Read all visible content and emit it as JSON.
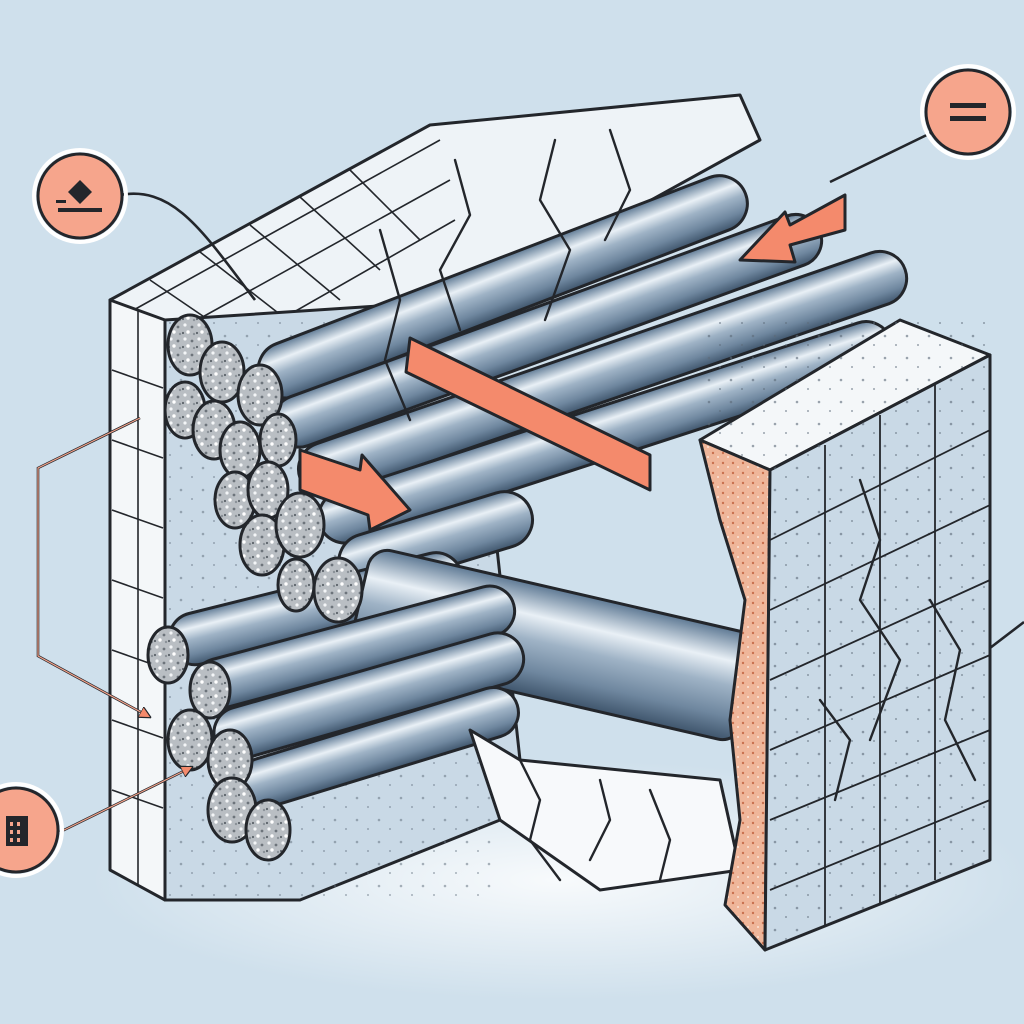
{
  "colors": {
    "background": "#cfe0ec",
    "concrete_light": "#f4f7f9",
    "concrete_blue": "#c9d9e6",
    "steel_dark": "#5d7893",
    "steel_light": "#e9f0f6",
    "aggregate": "#b9bec3",
    "accent_arrow": "#f48a6c",
    "callout": "#f6a58c",
    "outline": "#23262b",
    "rust_patch": "#efb69a"
  },
  "callouts": [
    {
      "id": "top-left",
      "icon": "level-diamond-icon"
    },
    {
      "id": "top-right",
      "icon": "equals-icon"
    },
    {
      "id": "bottom-left",
      "icon": "building-icon"
    }
  ]
}
